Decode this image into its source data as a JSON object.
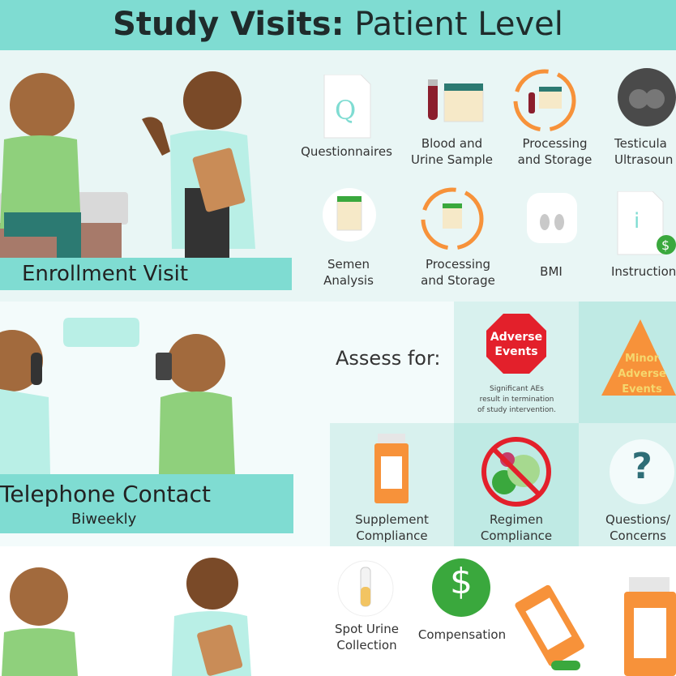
{
  "title": {
    "bold": "Study Visits:",
    "rest": " Patient Level"
  },
  "enrollment": {
    "label": "Enrollment Visit",
    "items": [
      {
        "label_1": "Questionnaires",
        "label_2": "",
        "icon": "questionnaire-icon"
      },
      {
        "label_1": "Blood and",
        "label_2": "Urine Sample",
        "icon": "blood-urine-icon"
      },
      {
        "label_1": "Processing",
        "label_2": "and Storage",
        "icon": "processing-icon"
      },
      {
        "label_1": "Testicula",
        "label_2": "Ultrasoun",
        "icon": "ultrasound-icon"
      },
      {
        "label_1": "Semen",
        "label_2": "Analysis",
        "icon": "semen-cup-icon"
      },
      {
        "label_1": "Processing",
        "label_2": "and Storage",
        "icon": "processing-icon"
      },
      {
        "label_1": "BMI",
        "label_2": "",
        "icon": "scale-icon"
      },
      {
        "label_1": "Instruction",
        "label_2": "",
        "icon": "instruction-icon"
      }
    ]
  },
  "telephone": {
    "label": "Telephone Contact",
    "sublabel": "Biweekly",
    "assess_for": "Assess for:",
    "adverse": {
      "line1": "Adverse",
      "line2": "Events",
      "note1": "Significant AEs",
      "note2": "result in termination",
      "note3": "of study intervention."
    },
    "minor": {
      "line1": "Minor",
      "line2": "Adverse",
      "line3": "Events"
    },
    "items": [
      {
        "label_1": "Supplement",
        "label_2": "Compliance"
      },
      {
        "label_1": "Regimen",
        "label_2": "Compliance"
      },
      {
        "label_1": "Questions/",
        "label_2": "Concerns"
      }
    ]
  },
  "followup": {
    "items": [
      {
        "label_1": "Spot Urine",
        "label_2": "Collection"
      },
      {
        "label_1": "Compensation",
        "label_2": ""
      }
    ]
  },
  "colors": {
    "teal": "#7fdcd2",
    "orange": "#f7923a",
    "red": "#e3202b",
    "green": "#3aa83d",
    "skin": "#a26a3d"
  }
}
